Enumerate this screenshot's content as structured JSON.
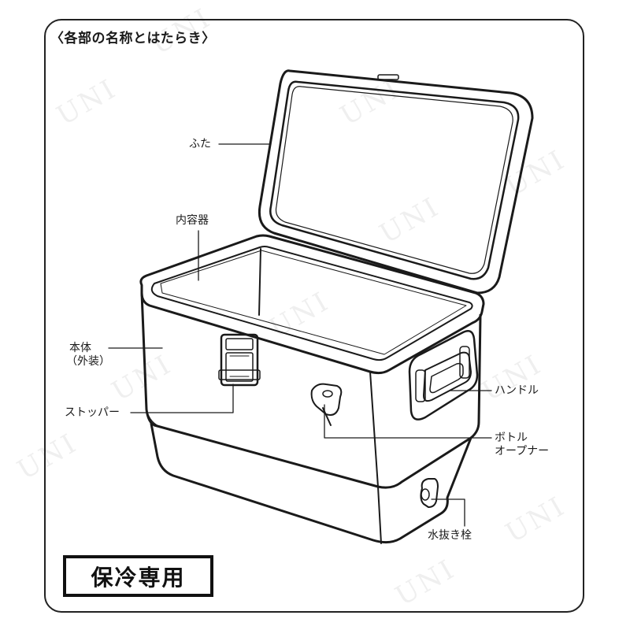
{
  "title": "〈各部の名称とはたらき〉",
  "labels": {
    "lid": "ふた",
    "inner": "内容器",
    "body_line1": "本体",
    "body_line2": "（外装）",
    "stopper": "ストッパー",
    "handle": "ハンドル",
    "opener_line1": "ボトル",
    "opener_line2": "オープナー",
    "drain": "水抜き栓"
  },
  "badge": "保冷専用",
  "watermark": "UNI",
  "colors": {
    "line": "#1a1a1a",
    "background": "#ffffff"
  }
}
